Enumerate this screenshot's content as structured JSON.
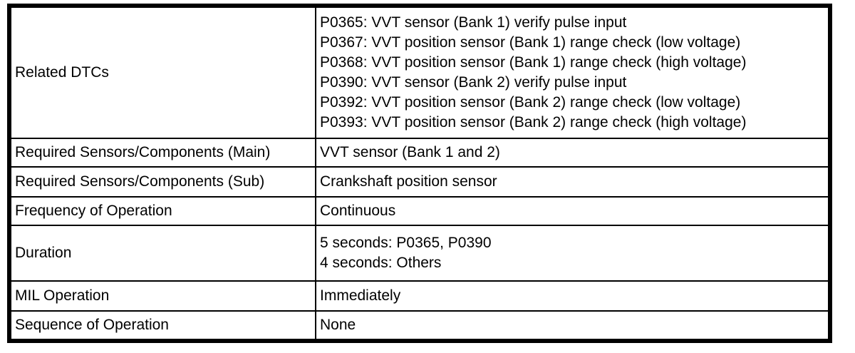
{
  "table": {
    "colors": {
      "border": "#000000",
      "text": "#000000",
      "background": "#ffffff"
    },
    "rows": [
      {
        "label": "Related DTCs",
        "lines": [
          "P0365: VVT sensor (Bank 1) verify pulse input",
          "P0367: VVT position sensor (Bank 1) range check (low voltage)",
          "P0368: VVT position sensor (Bank 1) range check (high voltage)",
          "P0390: VVT sensor (Bank 2) verify pulse input",
          "P0392: VVT position sensor (Bank 2) range check (low voltage)",
          "P0393: VVT position sensor (Bank 2) range check (high voltage)"
        ]
      },
      {
        "label": "Required Sensors/Components (Main)",
        "lines": [
          "VVT sensor (Bank 1 and 2)"
        ]
      },
      {
        "label": "Required Sensors/Components (Sub)",
        "lines": [
          "Crankshaft position sensor"
        ]
      },
      {
        "label": "Frequency of Operation",
        "lines": [
          "Continuous"
        ]
      },
      {
        "label": "Duration",
        "lines": [
          "5 seconds: P0365, P0390",
          "4 seconds: Others"
        ]
      },
      {
        "label": "MIL Operation",
        "lines": [
          "Immediately"
        ]
      },
      {
        "label": "Sequence of Operation",
        "lines": [
          "None"
        ]
      }
    ]
  }
}
